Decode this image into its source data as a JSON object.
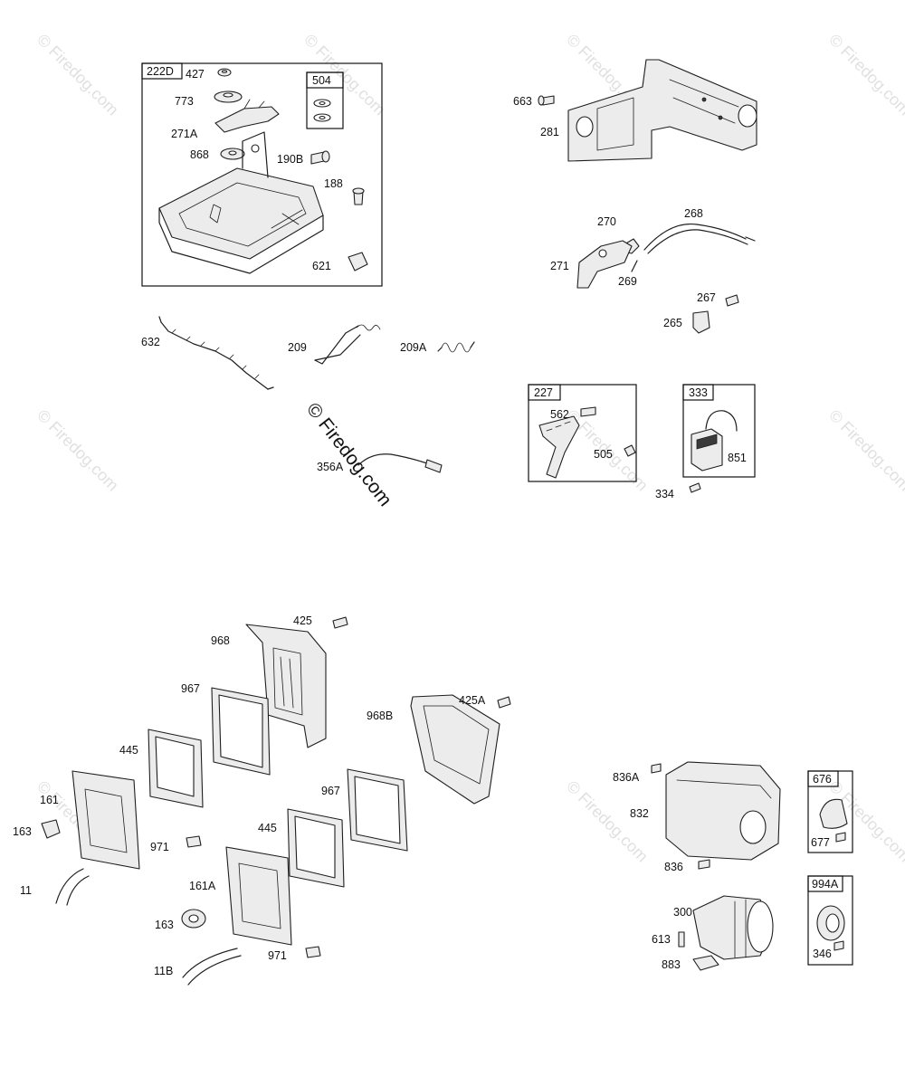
{
  "watermark": {
    "text": "© Firedog.com",
    "center_text": "© Firedog.com"
  },
  "boxes": {
    "b222D": "222D",
    "b504": "504",
    "b227": "227",
    "b333": "333",
    "b676": "676",
    "b994A": "994A"
  },
  "labels": {
    "l427": "427",
    "l773": "773",
    "l271A": "271A",
    "l868": "868",
    "l190B": "190B",
    "l188": "188",
    "l621": "621",
    "l632": "632",
    "l209": "209",
    "l209A": "209A",
    "l356A": "356A",
    "l663": "663",
    "l281": "281",
    "l270": "270",
    "l268": "268",
    "l271": "271",
    "l269": "269",
    "l267": "267",
    "l265": "265",
    "l562": "562",
    "l505": "505",
    "l851": "851",
    "l334": "334",
    "l425": "425",
    "l968": "968",
    "l967a": "967",
    "l968B": "968B",
    "l425A": "425A",
    "l445a": "445",
    "l161": "161",
    "l163a": "163",
    "l971a": "971",
    "l11": "11",
    "l967b": "967",
    "l445b": "445",
    "l161A": "161A",
    "l163b": "163",
    "l11B": "11B",
    "l971b": "971",
    "l836A": "836A",
    "l832": "832",
    "l677": "677",
    "l836": "836",
    "l300": "300",
    "l613": "613",
    "l883": "883",
    "l346": "346"
  }
}
